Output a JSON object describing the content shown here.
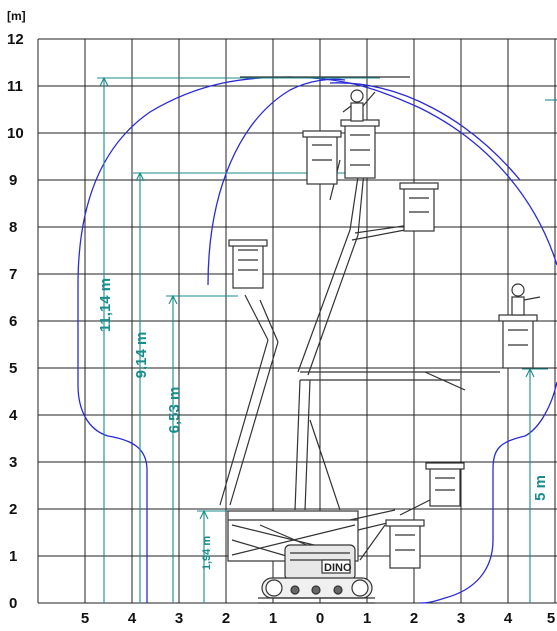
{
  "diagram": {
    "unit_label": "[m]",
    "y_ticks": [
      "0",
      "1",
      "2",
      "3",
      "4",
      "5",
      "6",
      "7",
      "8",
      "9",
      "10",
      "11",
      "12"
    ],
    "x_ticks": [
      "5",
      "4",
      "3",
      "2",
      "1",
      "0",
      "1",
      "2",
      "3",
      "4",
      "5"
    ],
    "dimensions": [
      {
        "label": "11,14 m"
      },
      {
        "label": "9,14 m"
      },
      {
        "label": "6,53 m"
      },
      {
        "label": "1,94 m"
      },
      {
        "label": "5 m"
      }
    ],
    "machine_brand": "DINO",
    "colors": {
      "grid": "#000000",
      "envelope": "#2b2bd6",
      "dimension": "#1a8c8c",
      "machine": "#333333"
    }
  }
}
